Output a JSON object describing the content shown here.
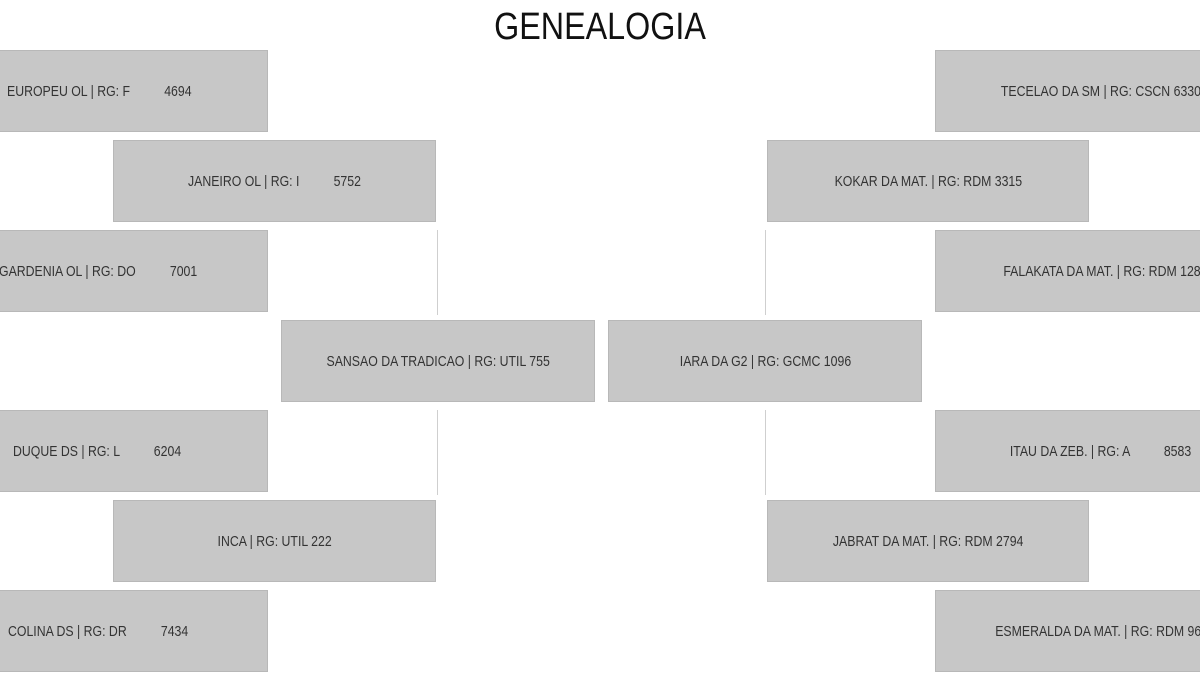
{
  "title": "GENEALOGIA",
  "colors": {
    "box_fill": "#c7c7c7",
    "box_border": "#b8b8b8",
    "connector": "#cfcfcf",
    "text": "#333333"
  },
  "sire_side": {
    "subject": "SANSAO DA TRADICAO | RG: UTIL 755",
    "father": "JANEIRO OL | RG: I          5752",
    "mother": "INCA | RG: UTIL 222",
    "paternal_grandfather": "EUROPEU OL | RG: F          4694",
    "paternal_grandmother": "GARDENIA OL | RG: DO          7001",
    "maternal_grandfather": "DUQUE DS | RG: L          6204",
    "maternal_grandmother": "COLINA DS | RG: DR          7434"
  },
  "dam_side": {
    "subject": "IARA DA G2 | RG: GCMC 1096",
    "father": "KOKAR DA MAT. | RG: RDM 3315",
    "mother": "JABRAT DA MAT. | RG: RDM 2794",
    "paternal_grandfather": "TECELAO DA SM | RG: CSCN 6330",
    "paternal_grandmother": "FALAKATA DA MAT. | RG: RDM 128",
    "maternal_grandfather": "ITAU DA ZEB. | RG: A          8583",
    "maternal_grandmother": "ESMERALDA DA MAT. | RG: RDM 96"
  }
}
